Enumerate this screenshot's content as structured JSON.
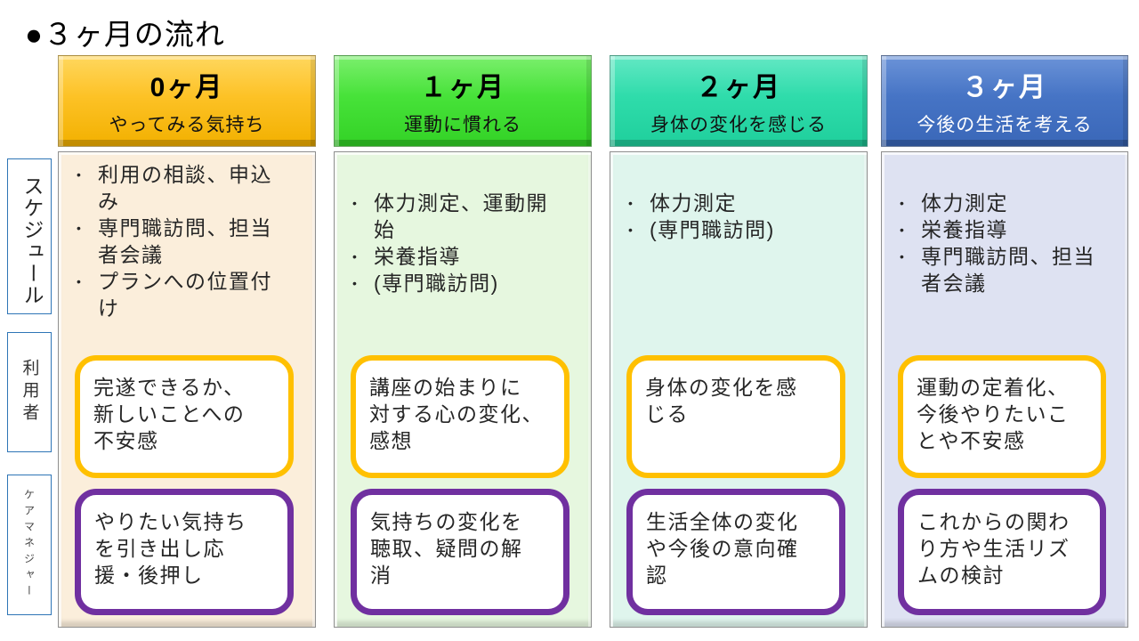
{
  "title": "●３ヶ月の流れ",
  "row_labels": {
    "schedule": "スケジュール",
    "user": "利用者",
    "care_manager": "ケアマネジャー"
  },
  "colors": {
    "month0_header": "#FDC226",
    "month1_header": "#47E239",
    "month2_header": "#2FDCAB",
    "month3_header": "#4674C5",
    "month0_body": "#FBEEDB",
    "month1_body": "#E6F7DF",
    "month2_body": "#DFF5ED",
    "month3_body": "#DEE2F2",
    "user_note_border": "#FFC000",
    "care_manager_note_border": "#7030A0",
    "row_label_border": "#2E75B6"
  },
  "columns": [
    {
      "month": "0ヶ月",
      "subtitle": "やってみる気持ち",
      "schedule_items": [
        "利用の相談、申込\nみ",
        "専門職訪問、担当\n者会議",
        "プランへの位置付\nけ"
      ],
      "user_note": "完遂できるか、\n新しいことへの\n不安感",
      "care_manager_note": "やりたい気持ち\nを引き出し応\n援・後押し"
    },
    {
      "month": "１ヶ月",
      "subtitle": "運動に慣れる",
      "schedule_items": [
        "体力測定、運動開\n始",
        "栄養指導",
        "(専門職訪問)"
      ],
      "user_note": "講座の始まりに\n対する心の変化、\n感想",
      "care_manager_note": "気持ちの変化を\n聴取、疑問の解\n消"
    },
    {
      "month": "２ヶ月",
      "subtitle": "身体の変化を感じる",
      "schedule_items": [
        "体力測定",
        "(専門職訪問)"
      ],
      "user_note": "身体の変化を感\nじる",
      "care_manager_note": "生活全体の変化\nや今後の意向確\n認"
    },
    {
      "month": "３ヶ月",
      "subtitle": "今後の生活を考える",
      "schedule_items": [
        "体力測定",
        "栄養指導",
        "専門職訪問、担当\n者会議"
      ],
      "user_note": "運動の定着化、\n今後やりたいこ\nとや不安感",
      "care_manager_note": "これからの関わ\nり方や生活リズ\nムの検討"
    }
  ]
}
